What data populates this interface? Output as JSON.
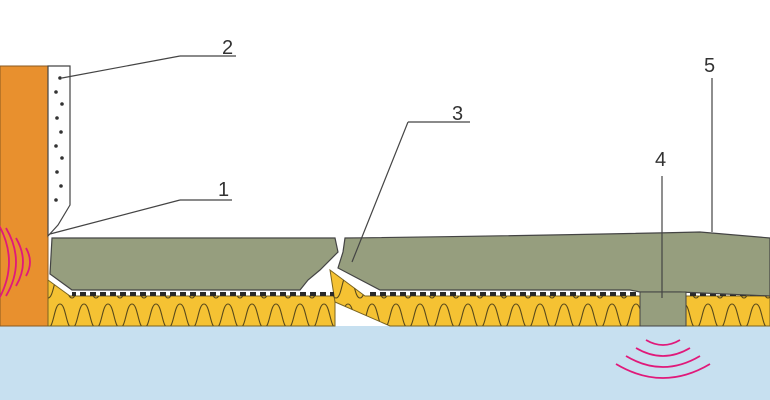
{
  "callouts": {
    "c1": {
      "label": "1"
    },
    "c2": {
      "label": "2"
    },
    "c3": {
      "label": "3"
    },
    "c4": {
      "label": "4"
    },
    "c5": {
      "label": "5"
    }
  },
  "colors": {
    "wall": "#e8902e",
    "base_slab": "#c7e0f0",
    "screed": "#969e7e",
    "insulation": "#f5c233",
    "edge_strip": "#ffffff",
    "sound_wave": "#e0197a"
  }
}
